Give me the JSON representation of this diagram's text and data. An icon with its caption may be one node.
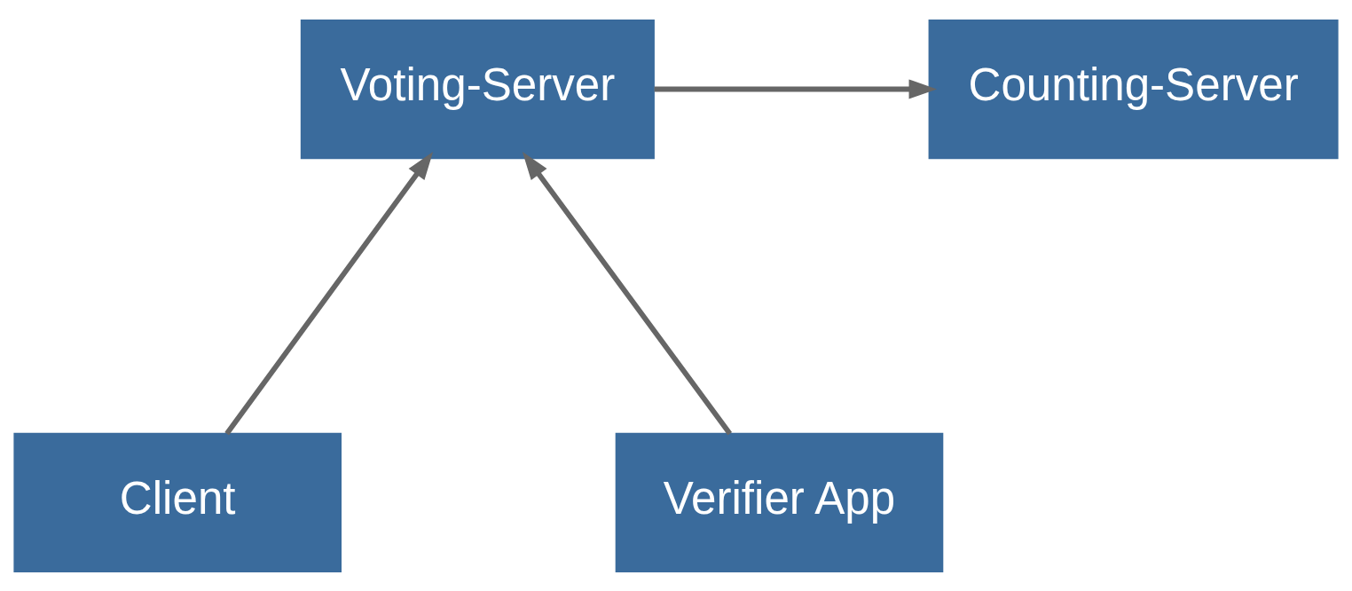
{
  "diagram": {
    "nodes": [
      {
        "text": [
          "Voting-Server"
        ]
      },
      {
        "text": [
          "Counting-Server"
        ]
      },
      {
        "text": [
          "Client"
        ]
      },
      {
        "text": [
          "Verifier App"
        ]
      }
    ],
    "edges": [
      {
        "from": 0,
        "to": 1,
        "arrow": "to"
      },
      {
        "from": 2,
        "to": 0,
        "arrow": "to"
      },
      {
        "from": 3,
        "to": 0,
        "arrow": "to"
      }
    ]
  }
}
